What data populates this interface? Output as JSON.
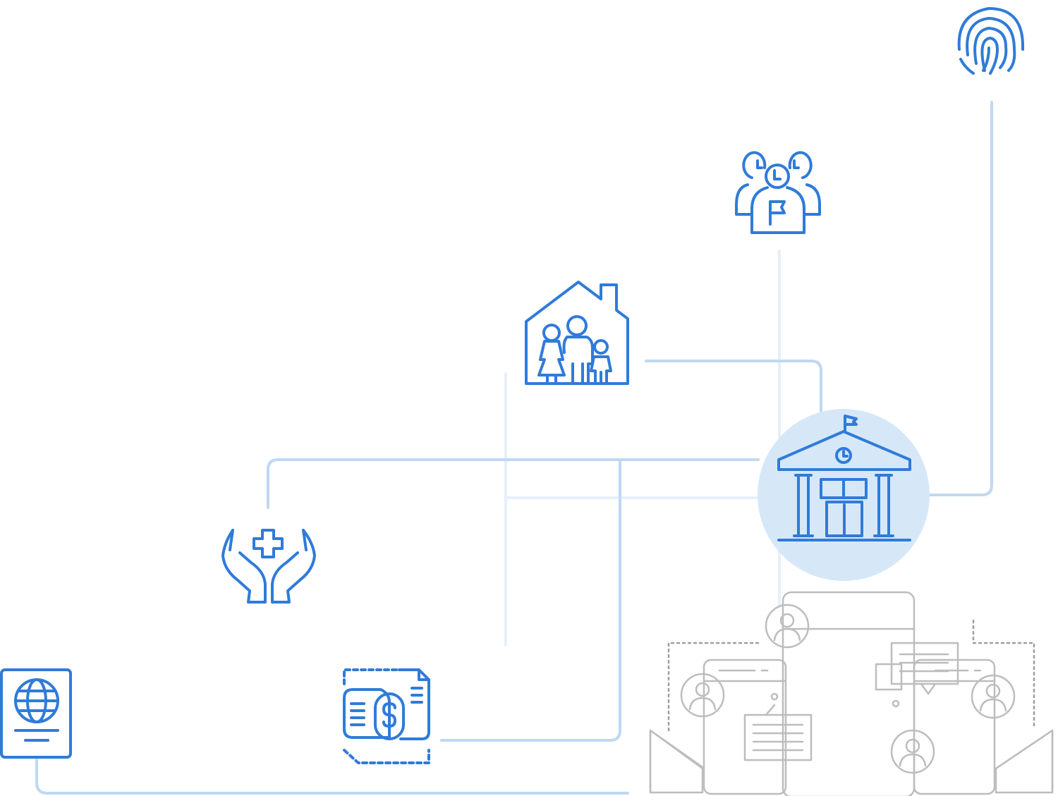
{
  "colors": {
    "icon_blue": "#2F7BD9",
    "connector_blue": "#BFD8F2",
    "connector_faint": "#E6EFF9",
    "hub_fill": "#D6E8F8",
    "device_gray": "#BDBDBD",
    "device_fill": "#F1F1F1",
    "device_dark": "#9E9E9E"
  },
  "nodes": [
    {
      "id": "fingerprint",
      "icon": "fingerprint-icon"
    },
    {
      "id": "community",
      "icon": "community-group-icon"
    },
    {
      "id": "family-home",
      "icon": "family-home-icon"
    },
    {
      "id": "government",
      "icon": "government-building-icon"
    },
    {
      "id": "healthcare",
      "icon": "healthcare-hands-icon"
    },
    {
      "id": "billing",
      "icon": "invoice-payment-icon"
    },
    {
      "id": "passport",
      "icon": "passport-icon"
    },
    {
      "id": "devices",
      "icon": "connected-devices-illustration"
    }
  ],
  "connections": [
    {
      "from": "government",
      "to": "fingerprint"
    },
    {
      "from": "government",
      "to": "family-home"
    },
    {
      "from": "government",
      "to": "healthcare"
    },
    {
      "from": "government",
      "to": "billing"
    },
    {
      "from": "government",
      "to": "community"
    },
    {
      "from": "passport",
      "to": "devices"
    }
  ]
}
